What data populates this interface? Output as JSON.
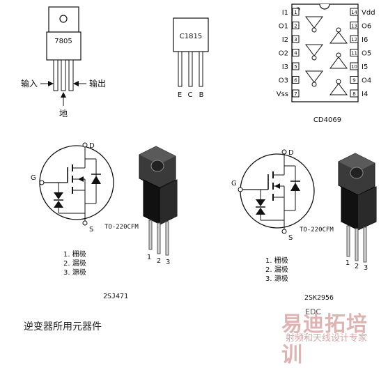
{
  "lm7805": {
    "part": "7805",
    "input": "输入",
    "output": "输出",
    "ground": "地"
  },
  "c1815": {
    "part": "C1815",
    "pin_e": "E",
    "pin_c": "C",
    "pin_b": "B"
  },
  "cd4069": {
    "part": "CD4069",
    "left_pins": [
      "I1",
      "O1",
      "I2",
      "O2",
      "I3",
      "O3",
      "Vss"
    ],
    "right_pins": [
      "Vdd",
      "O6",
      "I6",
      "O5",
      "I5",
      "O4",
      "I4"
    ],
    "left_nums": [
      "1",
      "2",
      "3",
      "4",
      "5",
      "6",
      "7"
    ],
    "right_nums": [
      "14",
      "13",
      "12",
      "11",
      "10",
      "9",
      "8"
    ]
  },
  "mosfet_left": {
    "gate": "G",
    "drain": "D",
    "source": "S",
    "package": "TO-220CFM",
    "pins": [
      "1",
      "2",
      "3"
    ],
    "legend": [
      "1. 栅极",
      "2. 漏极",
      "3. 源极"
    ],
    "part": "2SJ471"
  },
  "mosfet_right": {
    "gate": "G",
    "drain": "D",
    "source": "S",
    "package": "TO-220CFM",
    "pins": [
      "1",
      "2",
      "3"
    ],
    "legend": [
      "1. 栅极",
      "2. 漏极",
      "3. 源极"
    ],
    "part": "2SK2956"
  },
  "caption": "逆变器所用元器件",
  "watermark": {
    "brand": "易迪拓培训",
    "slogan": "射频和天线设计专家",
    "overlay": "EDC"
  }
}
